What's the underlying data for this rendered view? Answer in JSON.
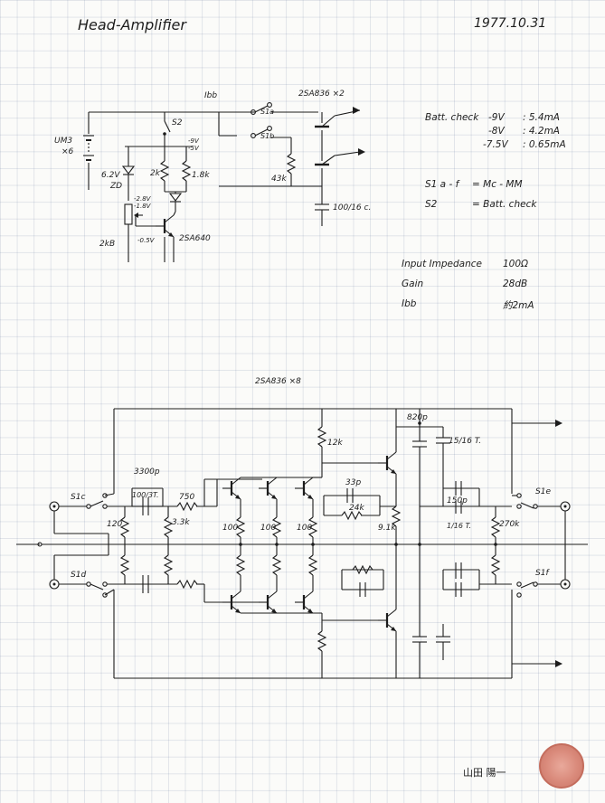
{
  "header": {
    "title": "Head-Amplifier",
    "date": "1977.10.31"
  },
  "bias_section": {
    "battery_label": "UM3",
    "battery_count": "×6",
    "ibb_label": "Ibb",
    "switch_s2": "S2",
    "zener_label": "6.2V",
    "zd_label": "ZD",
    "r_2k": "2k",
    "r_1_8k": "1.8k",
    "pot_label": "2kB",
    "v_9v": "-9V",
    "v_minus_5v": "-5V",
    "v_2_8v": "-2.8V",
    "v_1_8v": "-1.8V",
    "v_0_5v": "-0.5V",
    "bias_transistor": "2SA640",
    "pair_transistor": "2SA836 ×2",
    "switch_s1a": "S1a",
    "switch_s1b": "S1b",
    "r_43k": "43k",
    "cap_100_16": "100/16 c."
  },
  "specs": {
    "batt_check_label": "Batt. check",
    "batt_rows": [
      {
        "voltage": "-9V",
        "current": ": 5.4mA"
      },
      {
        "voltage": "-8V",
        "current": ": 4.2mA"
      },
      {
        "voltage": "-7.5V",
        "current": ": 0.65mA"
      }
    ],
    "s1_label": "S1 a - f",
    "s1_value": "=  Mc - MM",
    "s2_label": "S2",
    "s2_value": "=  Batt. check",
    "perf_rows": [
      {
        "name": "Input Impedance",
        "value": "100Ω"
      },
      {
        "name": "Gain",
        "value": "28dB"
      },
      {
        "name": "Ibb",
        "value": "約2mA"
      }
    ]
  },
  "amp_section": {
    "transistor_label": "2SA836 ×8",
    "switch_s1c_in": "S1c",
    "switch_s1d_in": "S1d",
    "switch_s1e_out": "S1e",
    "switch_s1f_out": "S1f",
    "r_120": "120",
    "cap_3300p": "3300p",
    "cap_100_3t": "100/3T.",
    "r_750": "750",
    "r_3_3k": "3.3k",
    "r_100_a": "100",
    "r_100_b": "100",
    "r_100_c": "100",
    "r_12k": "12k",
    "cap_820p": "820p",
    "cap_15_16t": "15/16 T.",
    "cap_33p": "33p",
    "r_24k": "24k",
    "r_9_1k": "9.1k",
    "cap_150p": "150p",
    "cap_1_16t": "1/16 T.",
    "r_270k": "270k"
  },
  "footer": {
    "signature": "山田 陽一"
  },
  "colors": {
    "ink": "#1c1c1c",
    "grid": "#c8d0de",
    "seal": "#d9897a"
  }
}
